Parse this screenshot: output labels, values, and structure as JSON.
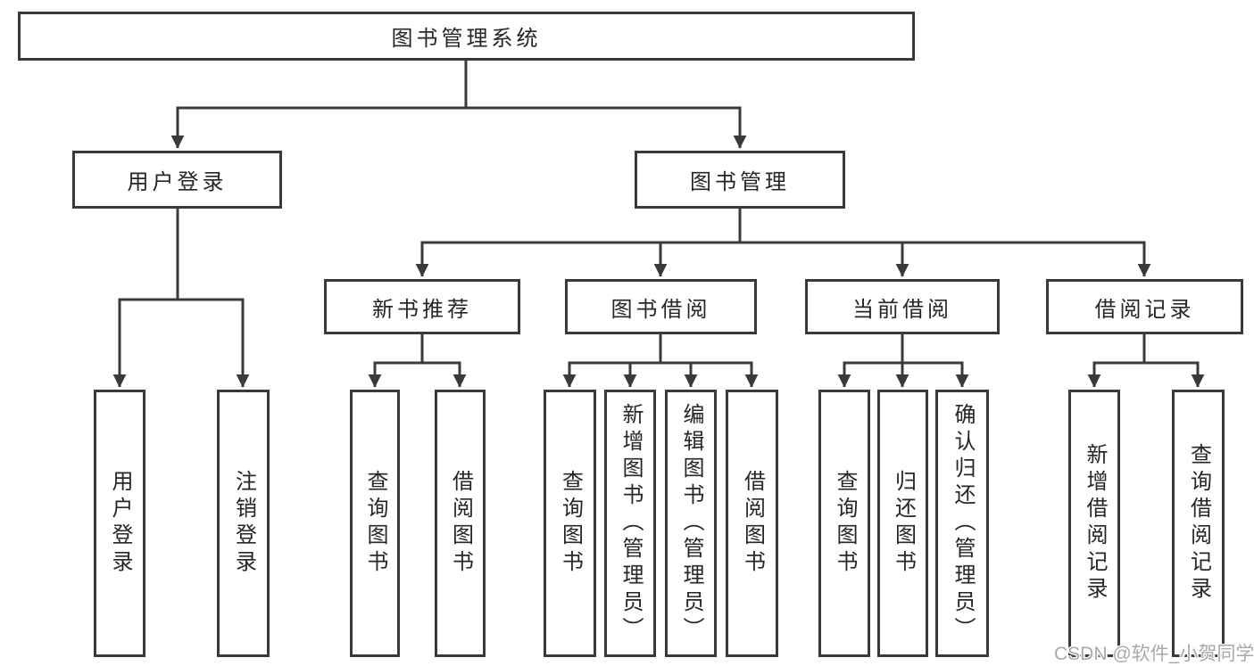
{
  "page": {
    "background": "#ffffff"
  },
  "colors": {
    "box_border": "#3a3a3a",
    "connector_line": "#3a3a3a",
    "text": "#262626",
    "watermark_text": "#a9a9a9"
  },
  "diagram": {
    "root": {
      "label": "图书管理系统"
    },
    "level2": [
      {
        "id": "user-login",
        "label": "用户登录"
      },
      {
        "id": "book-management",
        "label": "图书管理"
      }
    ],
    "level3": [
      {
        "id": "new-book-recommend",
        "label": "新书推荐"
      },
      {
        "id": "book-borrow",
        "label": "图书借阅"
      },
      {
        "id": "current-borrow",
        "label": "当前借阅"
      },
      {
        "id": "borrow-records",
        "label": "借阅记录"
      }
    ],
    "leaves": {
      "user_login": [
        {
          "label": "用户登录"
        },
        {
          "label": "注销登录"
        }
      ],
      "new_book_recommend": [
        {
          "label": "查询图书"
        },
        {
          "label": "借阅图书"
        }
      ],
      "book_borrow": [
        {
          "label": "查询图书"
        },
        {
          "label": "新增图书（管理员）"
        },
        {
          "label": "编辑图书（管理员）"
        },
        {
          "label": "借阅图书"
        }
      ],
      "current_borrow": [
        {
          "label": "查询图书"
        },
        {
          "label": "归还图书"
        },
        {
          "label": "确认归还（管理员）"
        }
      ],
      "borrow_records": [
        {
          "label": "新增借阅记录"
        },
        {
          "label": "查询借阅记录"
        }
      ]
    }
  },
  "watermark": {
    "text": "CSDN @软件_小贺同学"
  }
}
